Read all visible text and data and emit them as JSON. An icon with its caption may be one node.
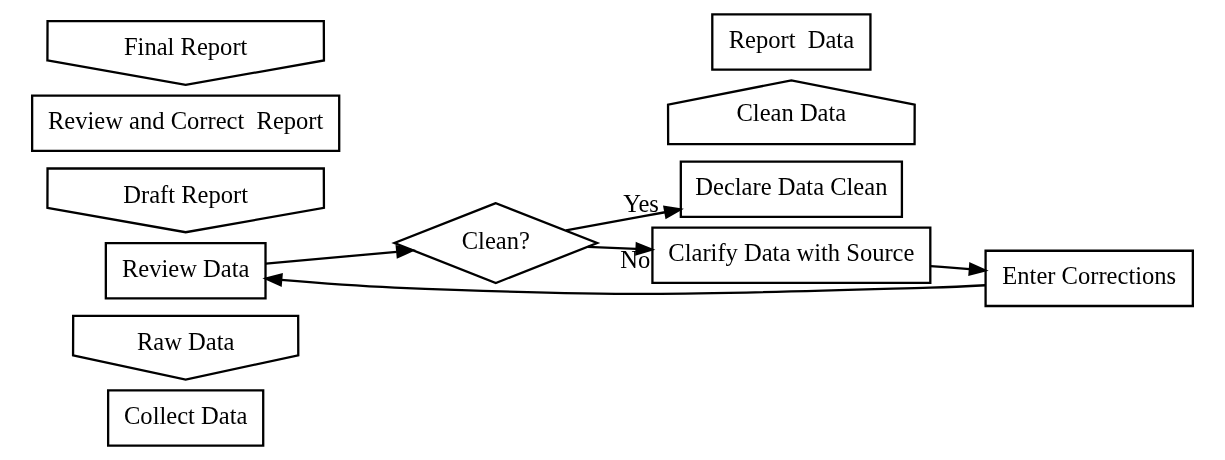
{
  "diagram": {
    "nodes": [
      {
        "text": [
          "Collect Data"
        ]
      },
      {
        "text": [
          "Raw Data"
        ]
      },
      {
        "text": [
          "Review Data"
        ]
      },
      {
        "text": [
          "Clean?"
        ]
      },
      {
        "text": [
          "Declare Data Clean"
        ]
      },
      {
        "text": [
          "Clean Data"
        ]
      },
      {
        "text": [
          "Report  Data"
        ]
      },
      {
        "text": [
          "Draft Report"
        ]
      },
      {
        "text": [
          "Review and Correct  Report"
        ]
      },
      {
        "text": [
          "Final Report"
        ]
      },
      {
        "text": [
          "Clarify Data with Source"
        ]
      },
      {
        "text": [
          "Enter Corrections"
        ]
      }
    ],
    "edges": [
      {
        "from": 2,
        "to": 3,
        "arrow": "to"
      },
      {
        "from": 3,
        "to": 4,
        "arrow": "to",
        "label": "Yes"
      },
      {
        "from": 3,
        "to": 10,
        "arrow": "to",
        "label": "No"
      },
      {
        "from": 10,
        "to": 11,
        "arrow": "to"
      },
      {
        "from": 11,
        "to": 2,
        "arrow": "to"
      }
    ]
  }
}
